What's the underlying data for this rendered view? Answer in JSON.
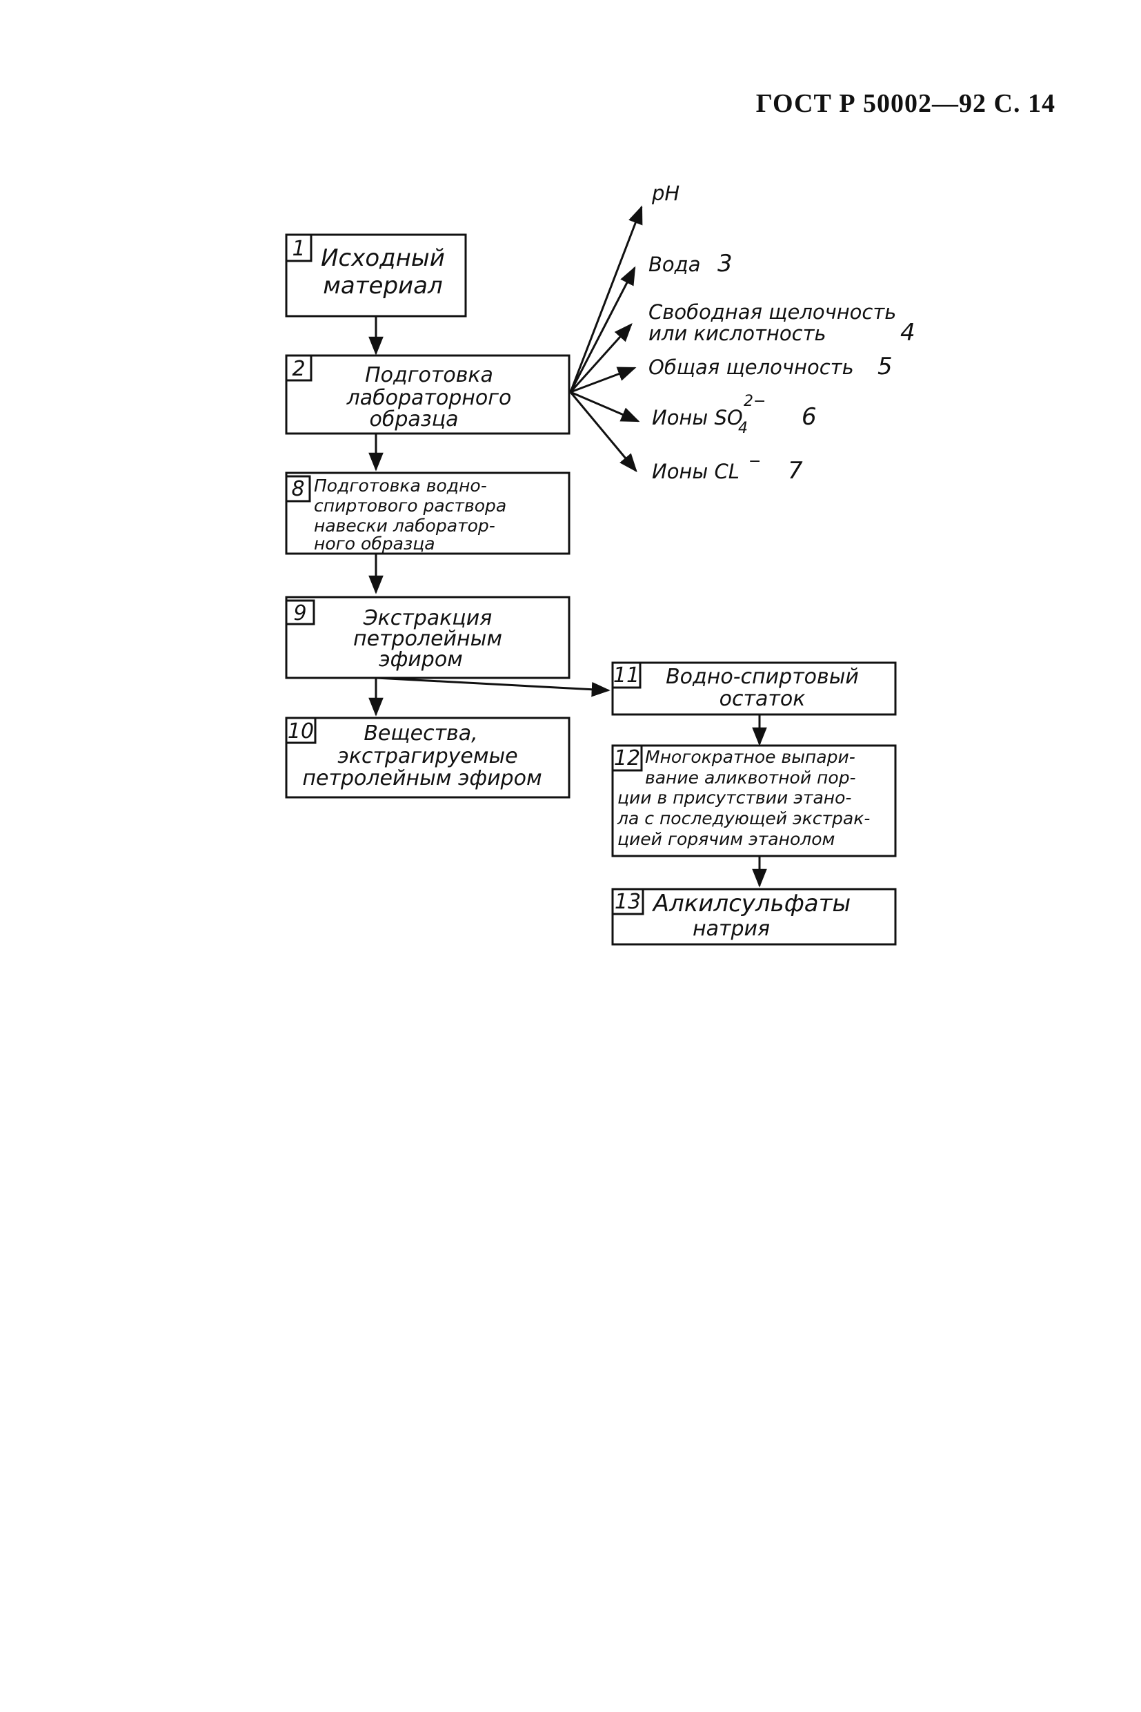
{
  "header": "ГОСТ Р 50002—92 С. 14",
  "boxes": [
    {
      "num": "1",
      "lines": [
        "Исходный",
        "материал"
      ]
    },
    {
      "num": "2",
      "lines": [
        "Подготовка",
        "лабораторного",
        "образца"
      ]
    },
    {
      "num": "8",
      "lines": [
        "Подготовка водно-",
        "спиртового раствора",
        "навески лаборатор-",
        "ного образца"
      ]
    },
    {
      "num": "9",
      "lines": [
        "Экстракция",
        "петролейным",
        "эфиром"
      ]
    },
    {
      "num": "10",
      "lines": [
        "Вещества,",
        "экстрагируемые",
        "петролейным эфиром"
      ]
    },
    {
      "num": "11",
      "lines": [
        "Водно-спиртовый",
        "остаток"
      ]
    },
    {
      "num": "12",
      "lines": [
        "Многократное выпари-",
        "вание аликвотной пор-",
        "ции в присутствии этано-",
        "ла с последующей экстрак-",
        "цией горячим этанолом"
      ]
    },
    {
      "num": "13",
      "lines": [
        "Алкилсульфаты",
        "натрия"
      ]
    }
  ],
  "outputs": [
    {
      "label": "pH",
      "num": ""
    },
    {
      "label": "Вода",
      "num": "3"
    },
    {
      "label": "Свободная щелочность",
      "label2": "или кислотность",
      "num": "4"
    },
    {
      "label": "Общая щелочность",
      "num": "5"
    },
    {
      "label": "Ионы SO",
      "sub": "4",
      "sup": "2−",
      "num": "6"
    },
    {
      "label": "Ионы CL",
      "sup": "−",
      "num": "7"
    }
  ]
}
